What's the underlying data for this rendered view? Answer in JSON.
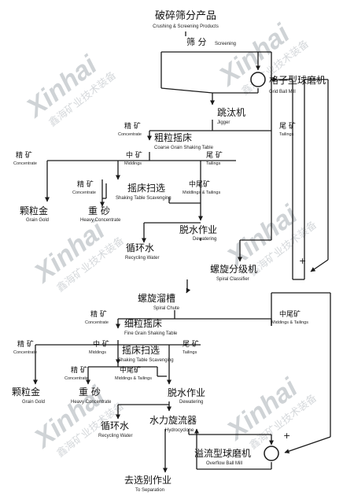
{
  "watermark": {
    "brand": "Xinhai",
    "text": "鑫海矿业技术装备"
  },
  "nodes": {
    "products": {
      "zh": "破碎筛分产品",
      "en": "Crushing & Screening Products"
    },
    "screening": {
      "zh": "筛 分",
      "en": "Screening"
    },
    "grid_mill": {
      "zh": "格子型球磨机",
      "en": "Grid Ball Mill"
    },
    "jigger": {
      "zh": "跳汰机",
      "en": "Jigger"
    },
    "coarse_table": {
      "zh": "粗粒摇床",
      "en": "Coarse Grain Shaking Table"
    },
    "scavenging1": {
      "zh": "摇床扫选",
      "en": "Shaking Table Scavenging"
    },
    "grain_gold1": {
      "zh": "颗粒金",
      "en": "Grain Gold"
    },
    "heavy_sand1": {
      "zh": "重 砂",
      "en": "Heavy Concentrate"
    },
    "dewatering1": {
      "zh": "脱水作业",
      "en": "Dewatering"
    },
    "recycling1": {
      "zh": "循环水",
      "en": "Recycling Water"
    },
    "classifier": {
      "zh": "螺旋分级机",
      "en": "Spiral Classifier"
    },
    "spiral_chute": {
      "zh": "螺旋溜槽",
      "en": "Spiral Chute"
    },
    "fine_table": {
      "zh": "细粒摇床",
      "en": "Fine Grain Shaking Table"
    },
    "scavenging2": {
      "zh": "摇床扫选",
      "en": "Shaking Table Scavenging"
    },
    "grain_gold2": {
      "zh": "颗粒金",
      "en": "Grain Gold"
    },
    "heavy_sand2": {
      "zh": "重 砂",
      "en": "Heavy Concentrate"
    },
    "dewatering2": {
      "zh": "脱水作业",
      "en": "Dewatering"
    },
    "recycling2": {
      "zh": "循环水",
      "en": "Recycling Water"
    },
    "hydrocyclone": {
      "zh": "水力旋流器",
      "en": "Hydrocyclone"
    },
    "overflow_mill": {
      "zh": "溢流型球磨机",
      "en": "Overflow Ball Mill"
    },
    "separation": {
      "zh": "去选别作业",
      "en": "To Separation"
    }
  },
  "edges": {
    "jig_conc": {
      "zh": "精 矿",
      "en": "Concentrate"
    },
    "jig_tail": {
      "zh": "尾 矿",
      "en": "Tailings"
    },
    "ct_conc": {
      "zh": "精 矿",
      "en": "Concentrate"
    },
    "ct_mid": {
      "zh": "中 矿",
      "en": "Middings"
    },
    "ct_tail": {
      "zh": "尾 矿",
      "en": "Tailings"
    },
    "sc1_conc": {
      "zh": "精 矿",
      "en": "Concentrate"
    },
    "sc1_midtail": {
      "zh": "中尾矿",
      "en": "Middlings & Tailings"
    },
    "chute_conc": {
      "zh": "精 矿",
      "en": "Concentrate"
    },
    "chute_midtail": {
      "zh": "中尾矿",
      "en": "Middings & Tailings"
    },
    "ft_conc": {
      "zh": "精 矿",
      "en": "Concentrate"
    },
    "ft_mid": {
      "zh": "中 矿",
      "en": "Middings"
    },
    "ft_tail": {
      "zh": "尾 矿",
      "en": "Tailings"
    },
    "sc2_conc": {
      "zh": "精 矿",
      "en": "Concentrate"
    },
    "sc2_midtail": {
      "zh": "中尾矿",
      "en": "Middings & Tailings"
    },
    "plus1": "+",
    "plus2": "+"
  }
}
